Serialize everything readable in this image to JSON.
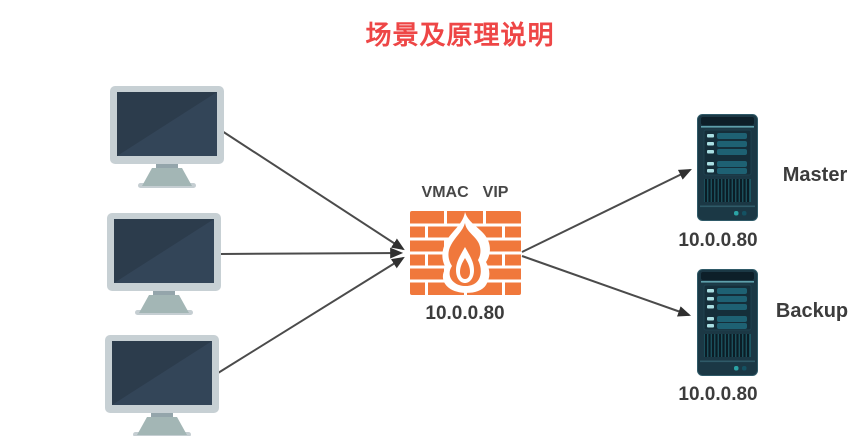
{
  "title": {
    "text": "场景及原理说明"
  },
  "diagram": {
    "clients": [
      {
        "id": "client-1"
      },
      {
        "id": "client-2"
      },
      {
        "id": "client-3"
      }
    ],
    "firewall": {
      "label_vmac": "VMAC",
      "label_vip": "VIP",
      "ip": "10.0.0.80"
    },
    "servers": [
      {
        "role": "Master",
        "ip": "10.0.0.80"
      },
      {
        "role": "Backup",
        "ip": "10.0.0.80"
      }
    ],
    "edges": [
      {
        "from": "client-1",
        "to": "firewall"
      },
      {
        "from": "client-2",
        "to": "firewall"
      },
      {
        "from": "client-3",
        "to": "firewall"
      },
      {
        "from": "firewall",
        "to": "server-master"
      },
      {
        "from": "firewall",
        "to": "server-backup"
      }
    ]
  },
  "colors": {
    "title_red": "#EE4646",
    "brick_orange": "#F0783C",
    "arrow_gray": "#4B4B4B",
    "label_dark": "#3C3C3C",
    "monitor_frame": "#C7D0D4",
    "monitor_screen": "#2C3C4C",
    "server_body": "#1B3845",
    "server_bar_teal": "#1E6173"
  }
}
